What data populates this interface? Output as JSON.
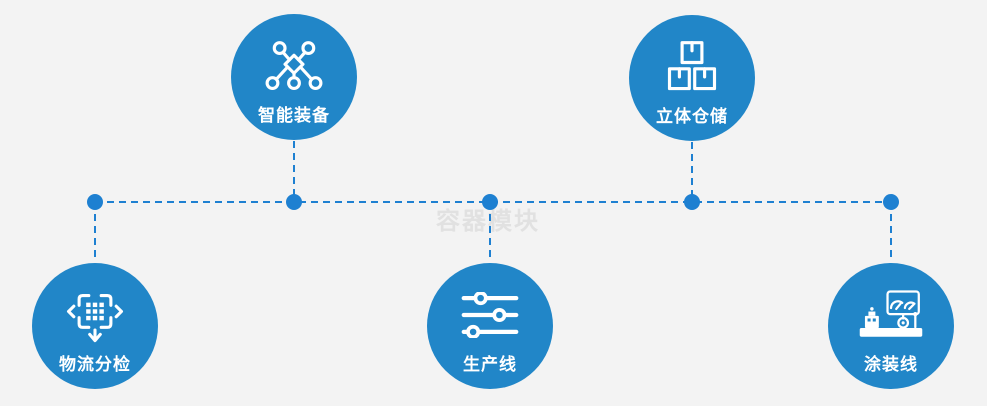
{
  "diagram": {
    "watermark": "容器模块",
    "nodes": [
      {
        "id": "smart-equipment",
        "label": "智能装备",
        "icon": "network-nodes-icon",
        "row": "top"
      },
      {
        "id": "stereo-warehouse",
        "label": "立体仓储",
        "icon": "stacked-boxes-icon",
        "row": "top"
      },
      {
        "id": "logistics-sorting",
        "label": "物流分检",
        "icon": "move-sort-icon",
        "row": "bottom"
      },
      {
        "id": "production-line",
        "label": "生产线",
        "icon": "sliders-icon",
        "row": "bottom"
      },
      {
        "id": "coating-line",
        "label": "涂装线",
        "icon": "machine-monitor-icon",
        "row": "bottom"
      }
    ],
    "colors": {
      "circle": "#2186c8",
      "connector": "#1e80d1",
      "background": "#f3f3f3",
      "watermark_color": "#e1e1e1",
      "label": "#ffffff"
    }
  }
}
